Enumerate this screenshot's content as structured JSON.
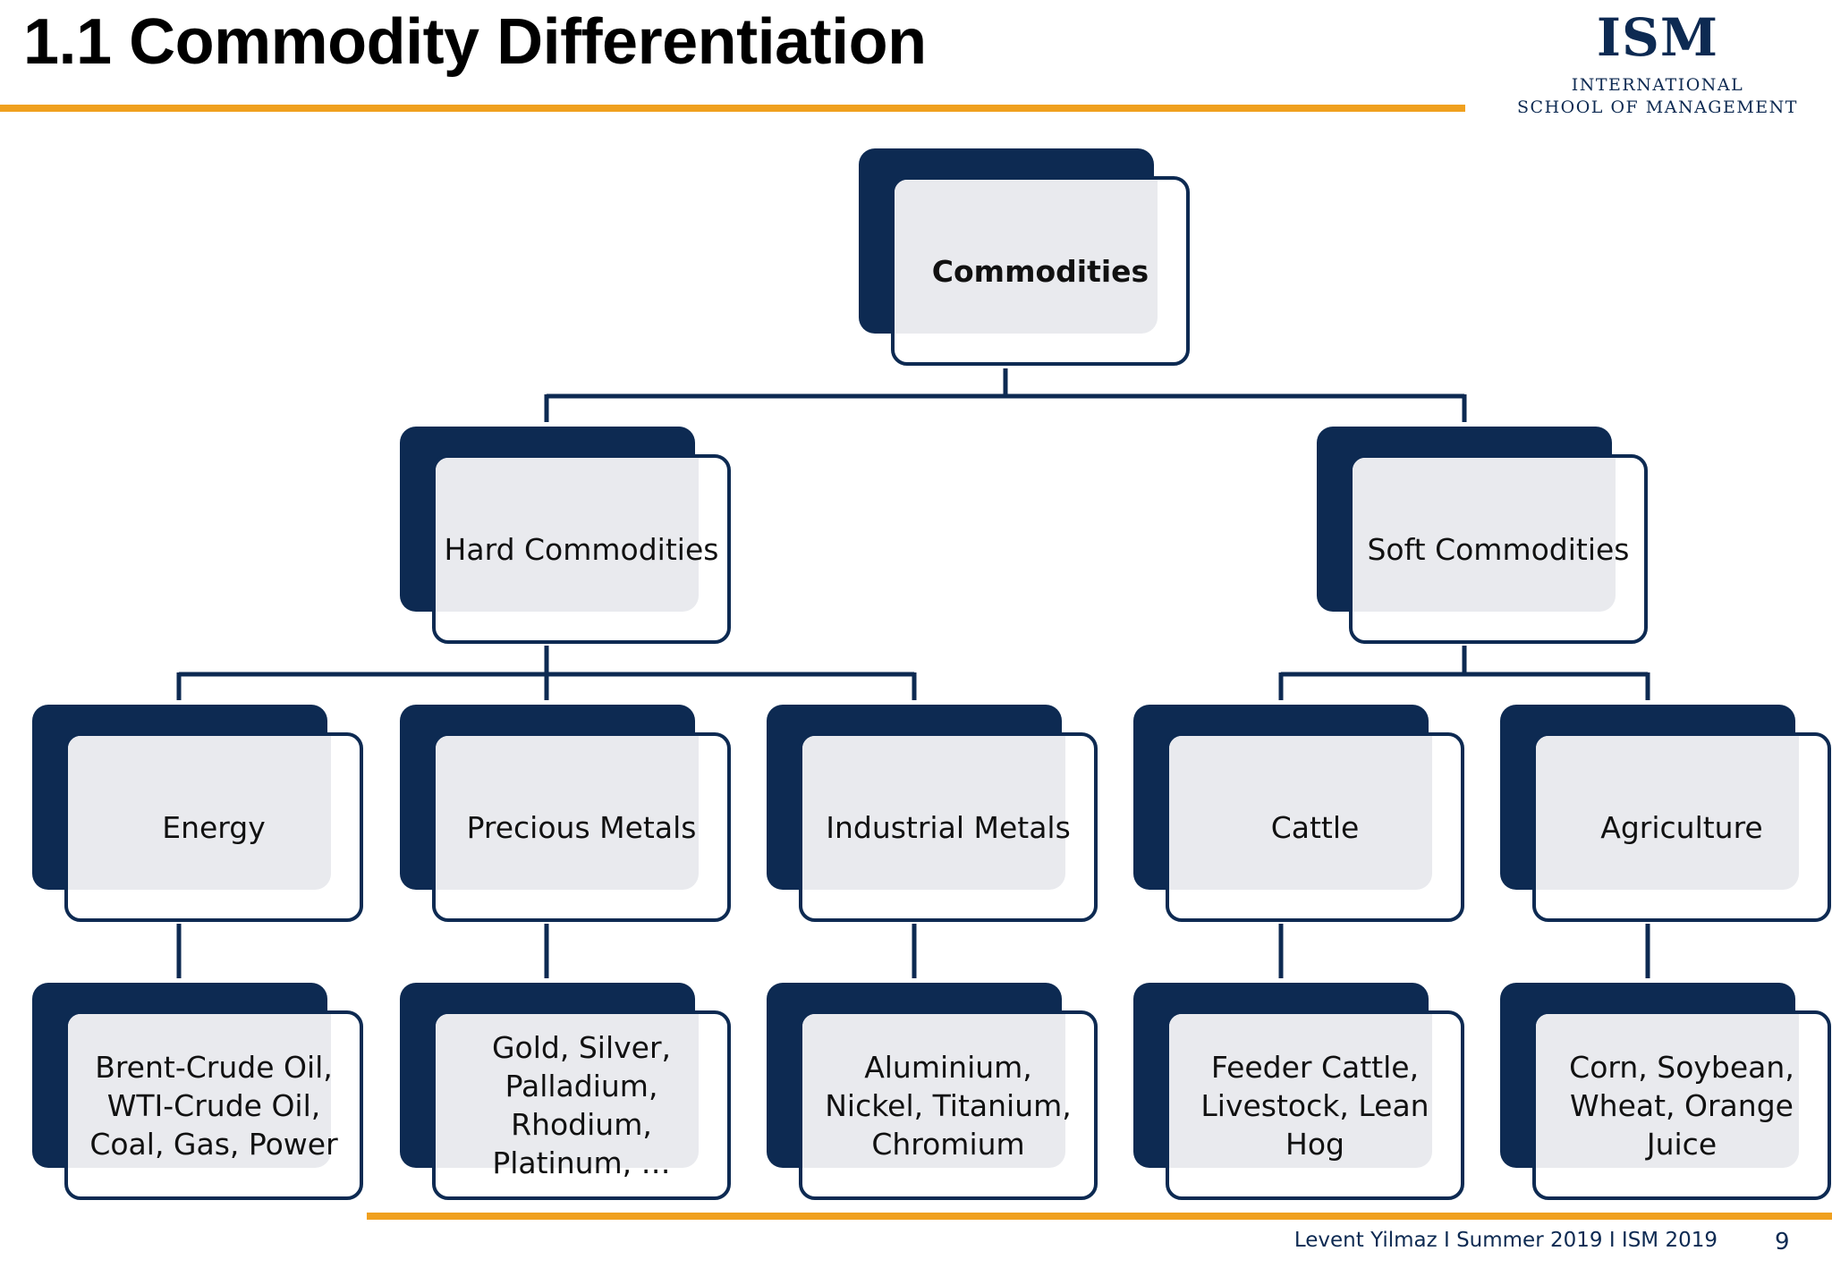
{
  "slide": {
    "title": "1.1 Commodity Differentiation",
    "footer": "Levent Yilmaz I Summer 2019 I ISM 2019",
    "page_number": "9"
  },
  "logo": {
    "abbr": "ISM",
    "line1": "INTERNATIONAL",
    "line2": "SCHOOL OF MANAGEMENT"
  },
  "hierarchy": {
    "root": "Commodities",
    "level1": [
      "Hard Commodities",
      "Soft Commodities"
    ],
    "level2": [
      "Energy",
      "Precious Metals",
      "Industrial Metals",
      "Cattle",
      "Agriculture"
    ],
    "level3": [
      "Brent-Crude Oil,\nWTI-Crude Oil,\nCoal, Gas, Power",
      "Gold, Silver,\nPalladium,\nRhodium,\nPlatinum, …",
      "Aluminium,\nNickel, Titanium,\nChromium",
      "Feeder Cattle,\nLivestock, Lean\nHog",
      "Corn, Soybean,\nWheat, Orange\nJuice"
    ]
  },
  "colors": {
    "accent": "#f0a01e",
    "navy": "#0d2a52",
    "box_fill": "#e9eaee"
  }
}
